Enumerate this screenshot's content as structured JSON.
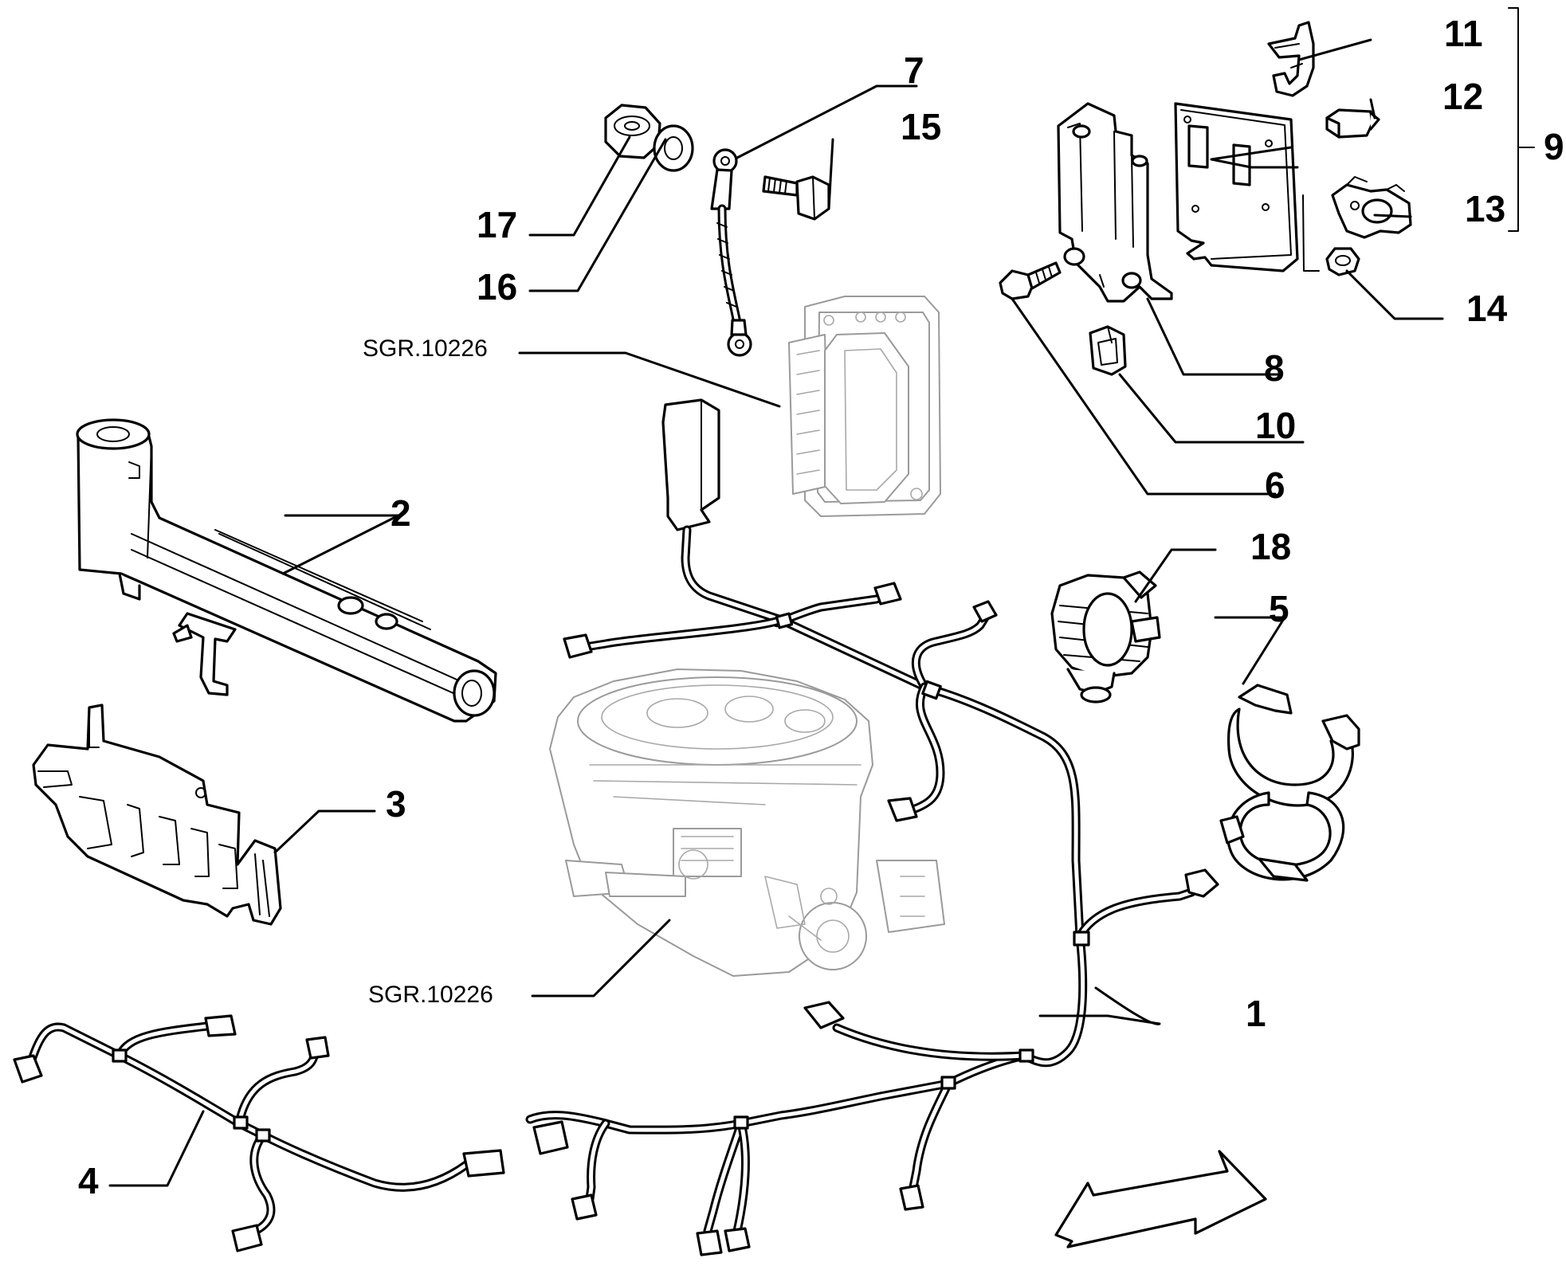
{
  "callouts": [
    {
      "id": "1",
      "text": "1"
    },
    {
      "id": "2",
      "text": "2"
    },
    {
      "id": "3",
      "text": "3"
    },
    {
      "id": "4",
      "text": "4"
    },
    {
      "id": "5",
      "text": "5"
    },
    {
      "id": "6",
      "text": "6"
    },
    {
      "id": "7",
      "text": "7"
    },
    {
      "id": "8",
      "text": "8"
    },
    {
      "id": "9",
      "text": "9"
    },
    {
      "id": "10",
      "text": "10"
    },
    {
      "id": "11",
      "text": "11"
    },
    {
      "id": "12",
      "text": "12"
    },
    {
      "id": "13",
      "text": "13"
    },
    {
      "id": "14",
      "text": "14"
    },
    {
      "id": "15",
      "text": "15"
    },
    {
      "id": "16",
      "text": "16"
    },
    {
      "id": "17",
      "text": "17"
    },
    {
      "id": "18",
      "text": "18"
    }
  ],
  "references": [
    {
      "id": "ecu",
      "text": "SGR.10226"
    },
    {
      "id": "throttle",
      "text": "SGR.10226"
    }
  ]
}
